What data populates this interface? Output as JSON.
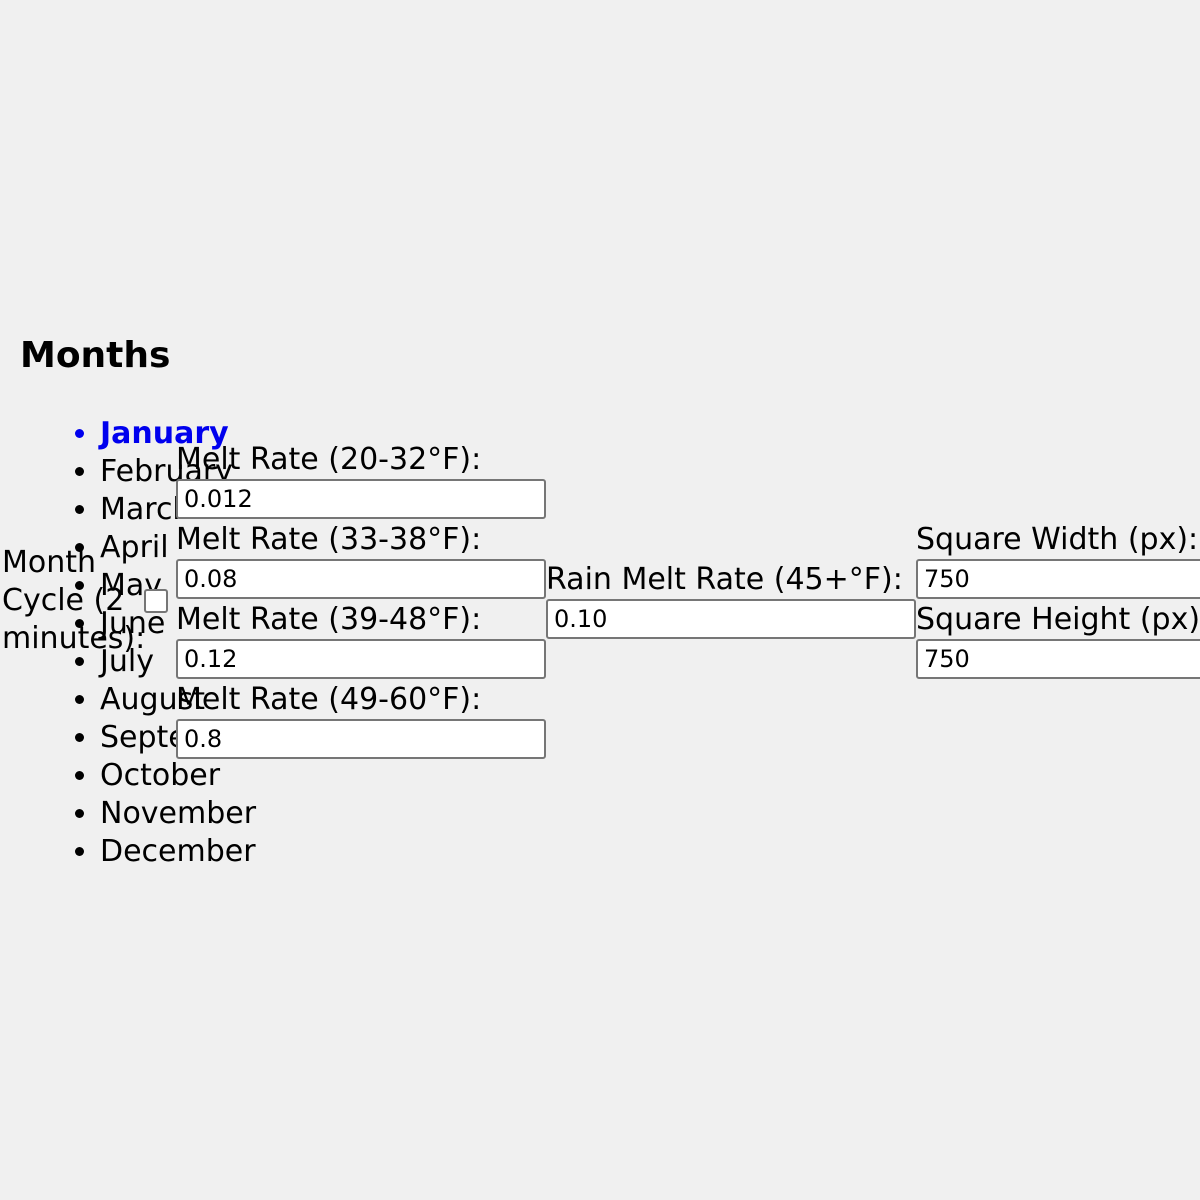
{
  "months": {
    "title": "Months",
    "items": [
      "January",
      "February",
      "March",
      "April",
      "May",
      "June",
      "July",
      "August",
      "September",
      "October",
      "November",
      "December"
    ],
    "active_index": 0
  },
  "cycle": {
    "label": "Month Cycle (2 minutes):",
    "checked": false
  },
  "melt_rates": [
    {
      "label": "Melt Rate (20-32°F):",
      "value": "0.012"
    },
    {
      "label": "Melt Rate (33-38°F):",
      "value": "0.08"
    },
    {
      "label": "Melt Rate (39-48°F):",
      "value": "0.12"
    },
    {
      "label": "Melt Rate (49-60°F):",
      "value": "0.8"
    }
  ],
  "rain_melt": {
    "label": "Rain Melt Rate (45+°F):",
    "value": "0.10"
  },
  "square": {
    "width_label": "Square Width (px):",
    "width_value": "750",
    "height_label": "Square Height (px):",
    "height_value": "750"
  },
  "colors": {
    "active_month": "#0000ee",
    "background": "#f0f0f0"
  }
}
